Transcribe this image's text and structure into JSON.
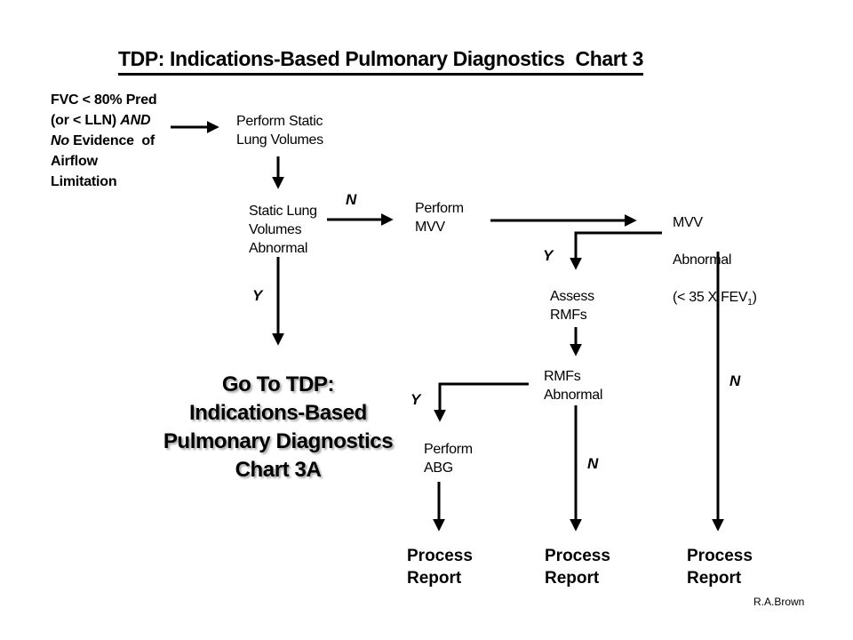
{
  "title": "TDP: Indications-Based Pulmonary Diagnostics  Chart 3",
  "author": "R.A.Brown",
  "colors": {
    "ink": "#000000",
    "background": "#ffffff"
  },
  "nodes": {
    "fvc_condition": {
      "line1": "FVC < 80% Pred",
      "line2_normal": "(or < LLN) ",
      "line2_italic": "AND",
      "line3_italic": "No",
      "line3_normal": " Evidence  of",
      "line4": "Airflow",
      "line5": "Limitation"
    },
    "perform_static": "Perform Static\nLung Volumes",
    "static_abnormal": "Static Lung\nVolumes\nAbnormal",
    "perform_mvv": "Perform\nMVV",
    "mvv_abnormal": {
      "line1": "MVV",
      "line2": "Abnormal",
      "line3_pre": "(< 35 X FEV",
      "line3_sub": "1",
      "line3_post": ")"
    },
    "assess_rmfs": "Assess\nRMFs",
    "rmfs_abnormal": "RMFs\nAbnormal",
    "perform_abg": "Perform\nABG",
    "goto_chart3a": "Go To TDP:\nIndications-Based\nPulmonary Diagnostics\nChart 3A",
    "process_report_1": "Process\nReport",
    "process_report_2": "Process\nReport",
    "process_report_3": "Process\nReport"
  },
  "labels": {
    "n_static_to_mvv": "N",
    "y_static_abnormal": "Y",
    "y_mvv_abnormal": "Y",
    "n_mvv_normal": "N",
    "y_rmfs_abnormal": "Y",
    "n_rmfs_normal": "N"
  }
}
